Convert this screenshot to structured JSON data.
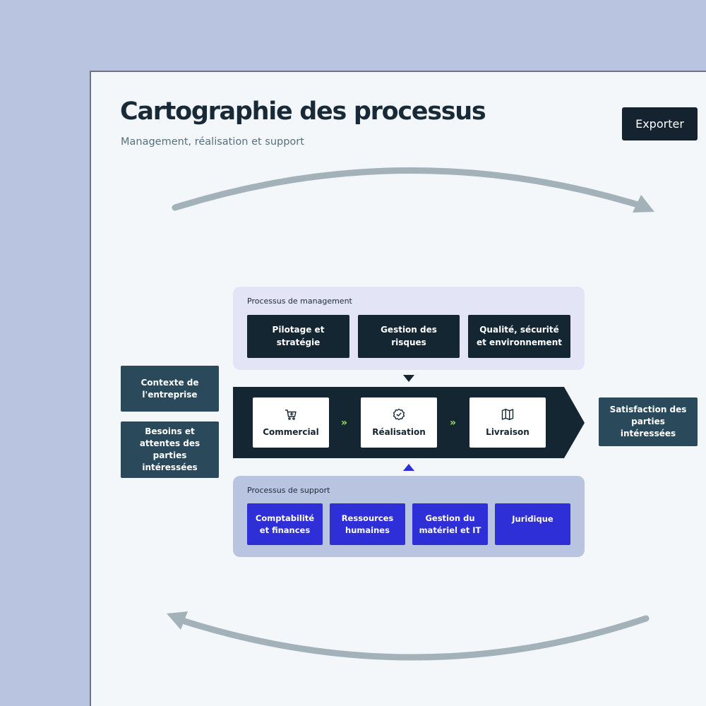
{
  "header": {
    "title": "Cartographie des processus",
    "subtitle": "Management, réalisation et support",
    "export_label": "Exporter"
  },
  "management": {
    "label": "Processus de management",
    "items": [
      "Pilotage et stratégie",
      "Gestion des risques",
      "Qualité, sécurité et environnement"
    ]
  },
  "inputs": [
    "Contexte de l'entreprise",
    "Besoins et attentes des parties intéressées"
  ],
  "core": {
    "steps": [
      {
        "label": "Commercial",
        "icon": "cart-icon"
      },
      {
        "label": "Réalisation",
        "icon": "badge-check-icon"
      },
      {
        "label": "Livraison",
        "icon": "map-icon"
      }
    ],
    "separator": "»"
  },
  "output": "Satisfaction des parties intéressées",
  "support": {
    "label": "Processus de support",
    "items": [
      "Comptabilité et finances",
      "Ressources humaines",
      "Gestion du matériel et IT",
      "Juridique"
    ]
  },
  "colors": {
    "background": "#b9c5e0",
    "panel": "#f4f7fa",
    "dark": "#152633",
    "teal": "#2a4a5c",
    "support_blue": "#2f2fd8",
    "accent_green": "#9be35a",
    "arrow_gray": "#a3b1b8"
  }
}
